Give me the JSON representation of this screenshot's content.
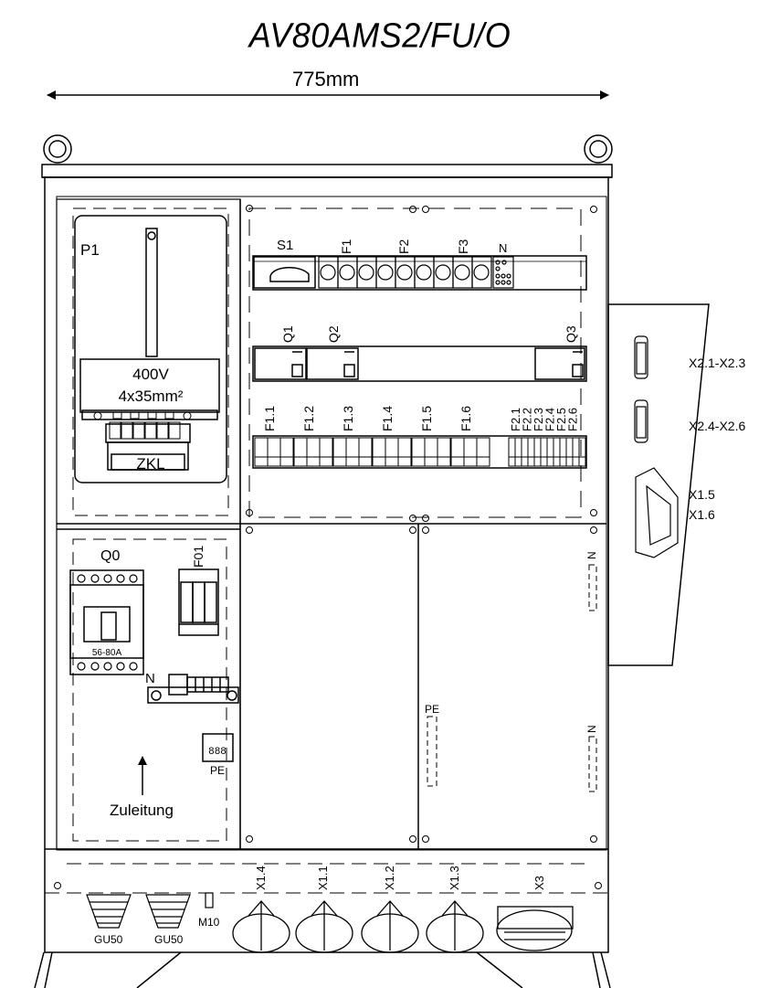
{
  "title": "AV80AMS2/FU/O",
  "width_dimension": "775mm",
  "meter_panel": {
    "label": "P1",
    "voltage": "400V",
    "cable": "4x35mm²",
    "terminal_block": "ZKL"
  },
  "upper_devices": {
    "switch": "S1",
    "fuses": [
      "F1",
      "F2",
      "F3"
    ],
    "neutral": "N",
    "rcds": [
      "Q1",
      "Q2",
      "Q3"
    ],
    "breakers_left": [
      "F1.1",
      "F1.2",
      "F1.3",
      "F1.4",
      "F1.5",
      "F1.6"
    ],
    "breakers_right": [
      "F2.1",
      "F2.2",
      "F2.3",
      "F2.4",
      "F2.5",
      "F2.6"
    ]
  },
  "side_sockets": [
    "X2.1-X2.3",
    "X2.4-X2.6",
    "X1.5",
    "X1.6"
  ],
  "lower_left": {
    "main_switch": "Q0",
    "main_switch_rating": "56-80A",
    "surge_protection": "F01",
    "neutral_bar": "N",
    "pe_label": "PE",
    "display": "888",
    "feed_label": "Zuleitung"
  },
  "lower_right": {
    "pe_rail": "PE",
    "n_rail_top": "N",
    "n_rail_bottom": "N"
  },
  "bottom_row": {
    "glands": [
      "GU50",
      "GU50"
    ],
    "gland_m10": "M10",
    "sockets": [
      "X1.4",
      "X1.1",
      "X1.2",
      "X1.3",
      "X3"
    ]
  }
}
